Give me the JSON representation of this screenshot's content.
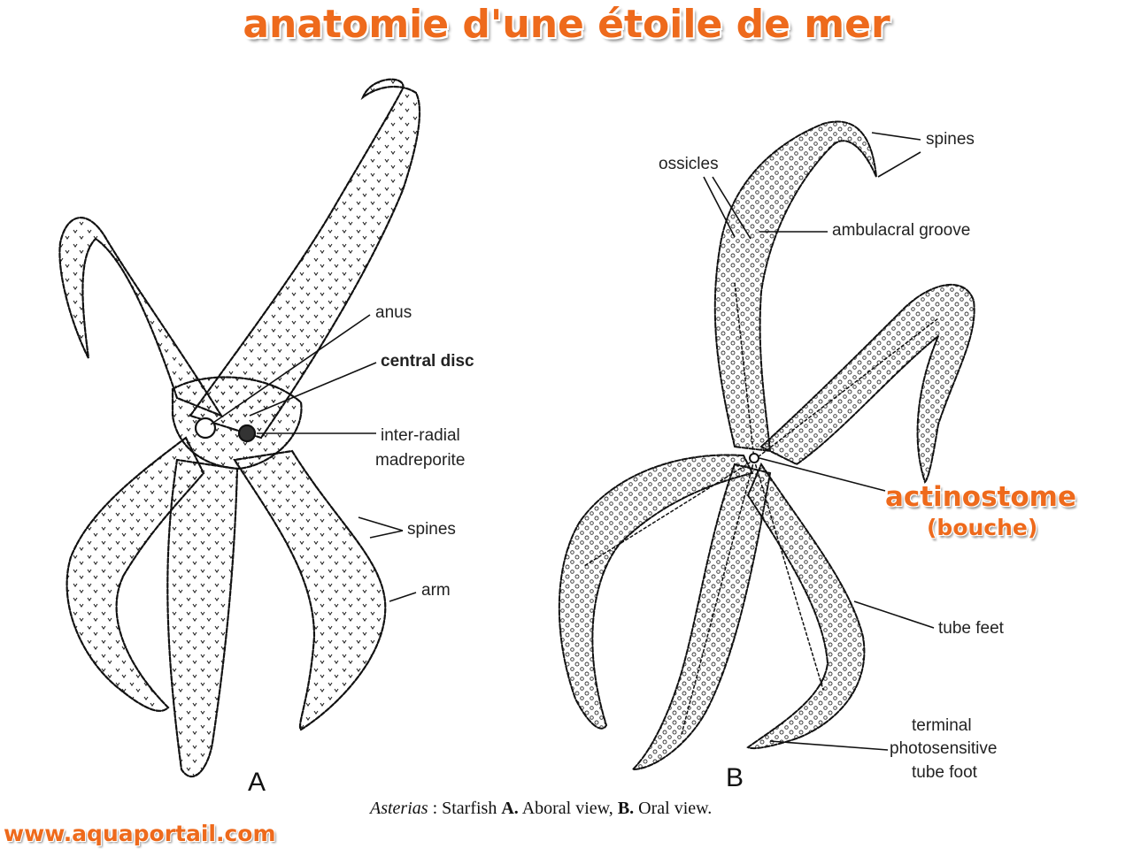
{
  "title": "anatomie d'une étoile de mer",
  "figure_a": {
    "letter": "A",
    "labels": {
      "anus": "anus",
      "central_disc": "central disc",
      "inter_radial": "inter-radial",
      "madreporite": "madreporite",
      "spines": "spines",
      "arm": "arm"
    }
  },
  "figure_b": {
    "letter": "B",
    "labels": {
      "spines": "spines",
      "ossicles": "ossicles",
      "ambulacral_groove": "ambulacral groove",
      "actinostome": "actinostome",
      "bouche": "(bouche)",
      "tube_feet": "tube feet",
      "terminal": "terminal",
      "photosensitive": "photosensitive",
      "tube_foot": "tube foot"
    }
  },
  "caption": {
    "genus": "Asterias",
    "sep": " : Starfish ",
    "a_key": "A.",
    "a_text": " Aboral view, ",
    "b_key": "B.",
    "b_text": " Oral view."
  },
  "website": "www.aquaportail.com",
  "colors": {
    "accent": "#ee6a1c",
    "ink": "#222222"
  }
}
